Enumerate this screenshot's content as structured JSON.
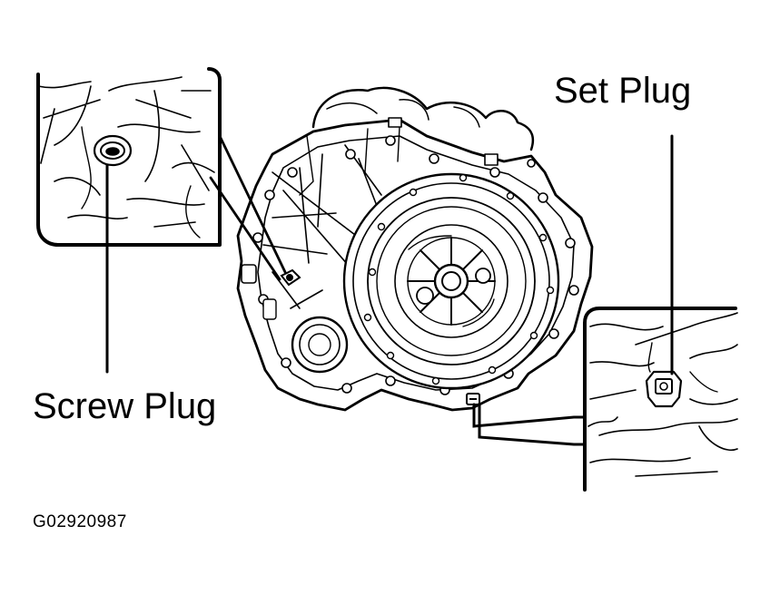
{
  "labels": {
    "set_plug": "Set Plug",
    "screw_plug": "Screw Plug",
    "figure_code": "G02920987"
  },
  "colors": {
    "line": "#000000",
    "background": "#ffffff"
  }
}
